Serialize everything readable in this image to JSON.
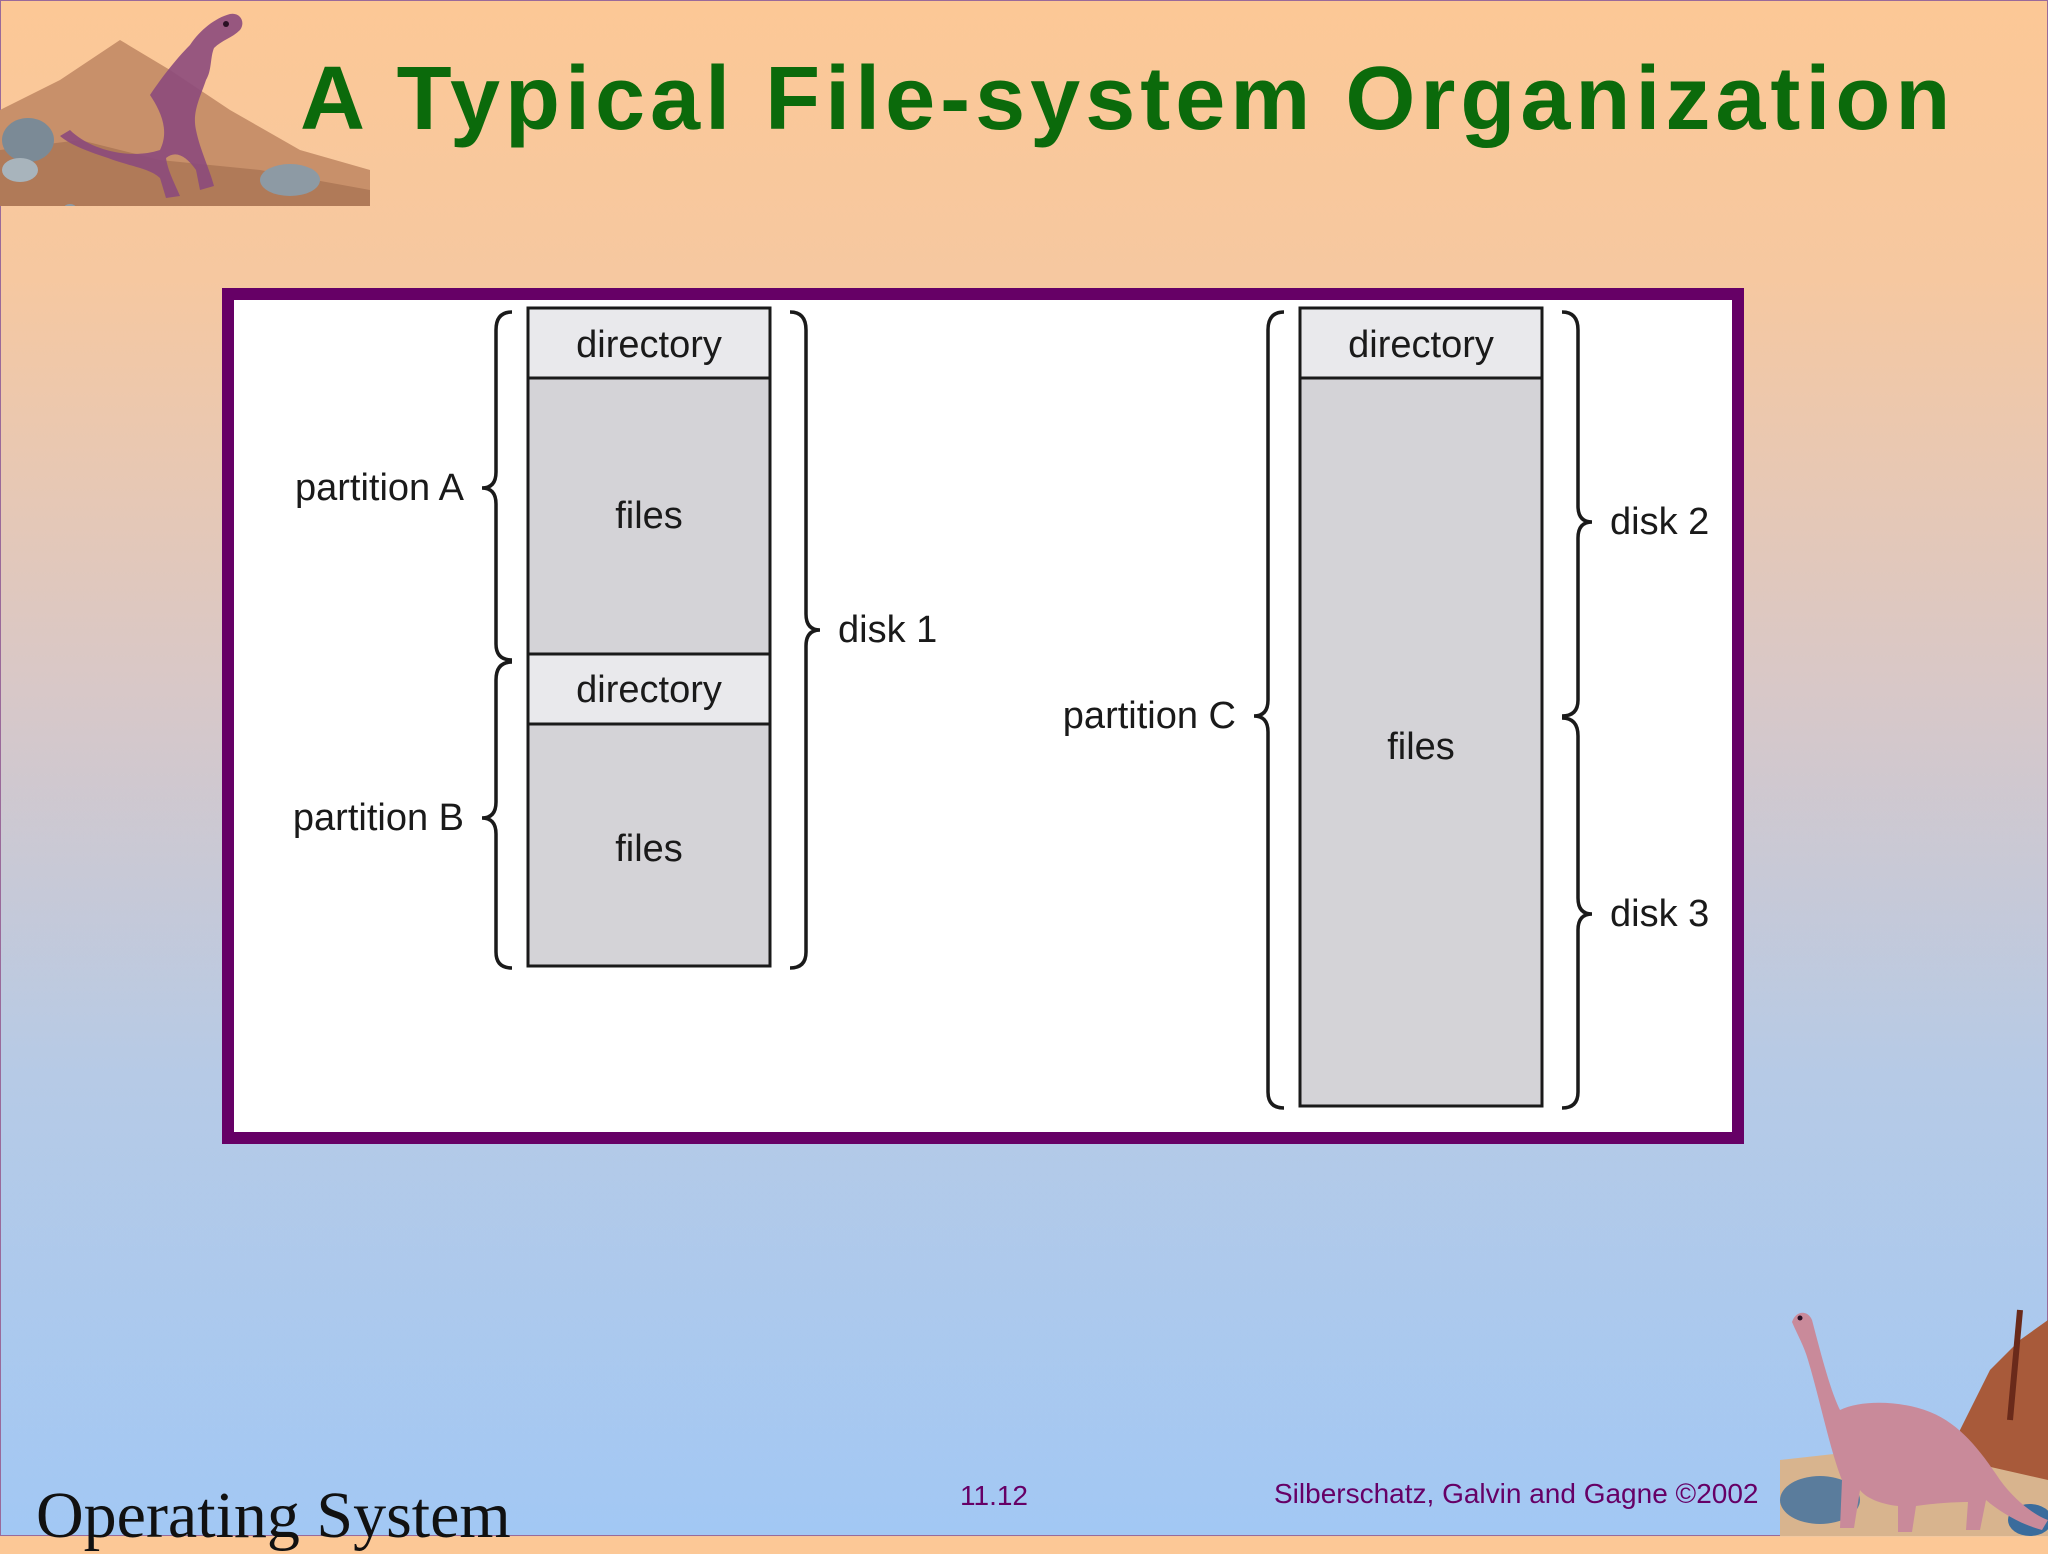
{
  "slide": {
    "title": "A Typical File-system Organization",
    "page_number": "11.12",
    "copyright": "Silberschatz, Galvin and  Gagne ©2002",
    "course_name": "Operating System"
  },
  "diagram": {
    "disk1": {
      "label": "disk 1",
      "partition_a": {
        "label": "partition A",
        "directory": "directory",
        "files": "files"
      },
      "partition_b": {
        "label": "partition B",
        "directory": "directory",
        "files": "files"
      }
    },
    "partition_c": {
      "label": "partition C",
      "directory": "directory",
      "files": "files"
    },
    "disk2": {
      "label": "disk 2"
    },
    "disk3": {
      "label": "disk 3"
    }
  },
  "colors": {
    "title": "#0b6a0b",
    "border": "#660066",
    "directory_fill": "#e9e9ec",
    "files_fill": "#d4d3d7"
  },
  "icons": [
    "t-rex-icon",
    "brontosaurus-icon"
  ]
}
